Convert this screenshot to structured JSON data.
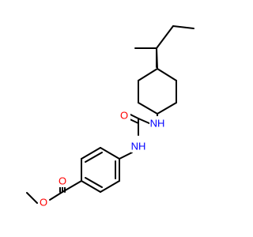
{
  "molecule": {
    "atom_labels": [
      {
        "id": "o-ester-single",
        "text": "O",
        "color": "#ff0000"
      },
      {
        "id": "o-ester-carbonyl",
        "text": "O",
        "color": "#ff0000"
      },
      {
        "id": "nh-aryl",
        "text": "NH",
        "color": "#0000ff"
      },
      {
        "id": "o-urea-carbonyl",
        "text": "O",
        "color": "#ff0000"
      },
      {
        "id": "nh-cyclohexyl",
        "text": "NH",
        "color": "#0000ff"
      }
    ]
  }
}
